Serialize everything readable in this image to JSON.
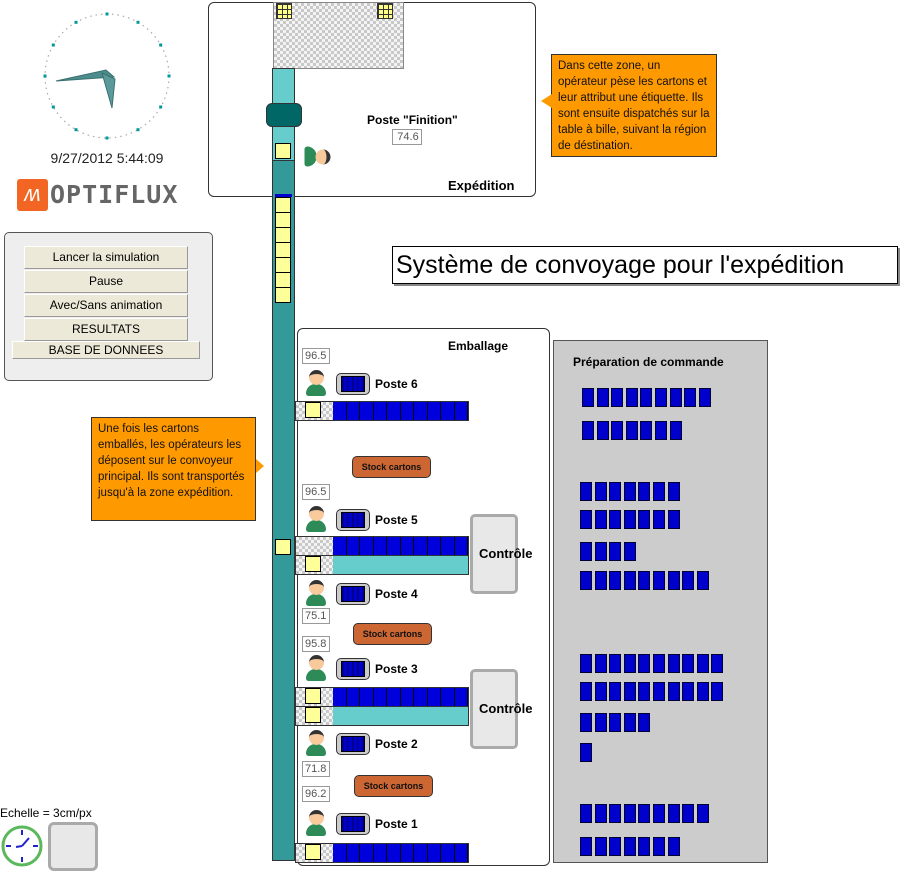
{
  "clock": {
    "datetime": "9/27/2012 5:44:09"
  },
  "logo": {
    "text": "OPTIFLUX"
  },
  "controls": {
    "buttons": [
      "Lancer la simulation",
      "Pause",
      "Avec/Sans animation",
      "RESULTATS",
      "BASE DE DONNEES"
    ]
  },
  "expedition": {
    "zone_label": "Expédition",
    "poste_label": "Poste \"Finition\"",
    "poste_value": "74.6"
  },
  "callouts": {
    "expedition": "Dans cette zone, un opérateur pèse les cartons et leur attribut une étiquette. Ils sont ensuite dispatchés sur la table à bille, suivant la région de déstination.",
    "emballage": "Une fois les cartons emballés, les opérateurs les déposent sur le convoyeur principal. Ils sont transportés jusqu'à la zone expédition."
  },
  "title": "Système de convoyage pour l'expédition",
  "emballage": {
    "zone_label": "Emballage",
    "postes": [
      {
        "label": "Poste 6",
        "value": "96.5"
      },
      {
        "label": "Poste 5",
        "value": "96.5"
      },
      {
        "label": "Poste 4",
        "value": "75.1"
      },
      {
        "label": "Poste 3",
        "value": "95.8"
      },
      {
        "label": "Poste 2",
        "value": "71.8"
      },
      {
        "label": "Poste 1",
        "value": "96.2"
      }
    ],
    "stock_label": "Stock cartons",
    "controle_label": "Contrôle"
  },
  "preparation": {
    "title": "Préparation de commande",
    "row_counts": [
      9,
      7,
      7,
      7,
      4,
      9,
      10,
      10,
      5,
      1,
      9,
      7
    ]
  },
  "scale": {
    "text": "Echelle = 3cm/px"
  },
  "colors": {
    "orange": "#ff9900",
    "teal": "#339999",
    "blue": "#0000cc",
    "stock": "#cc6633"
  }
}
